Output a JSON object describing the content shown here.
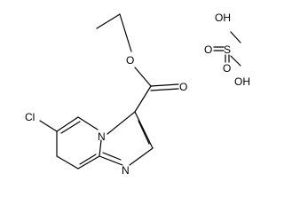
{
  "diagram": {
    "type": "chemical-structure",
    "line_color": "#000000",
    "background": "#ffffff"
  },
  "atoms": {
    "ester_oxygen": "O",
    "carbonyl_oxygen": "O",
    "chlorine": "Cl",
    "ring_nitrogen_bridge": "N",
    "ring_nitrogen_imidazole": "N",
    "sulfur": "S",
    "sulfate_oh_top": "OH",
    "sulfate_oh_bottom": "OH",
    "sulfate_o_left": "O",
    "sulfate_o_bottom": "O"
  }
}
